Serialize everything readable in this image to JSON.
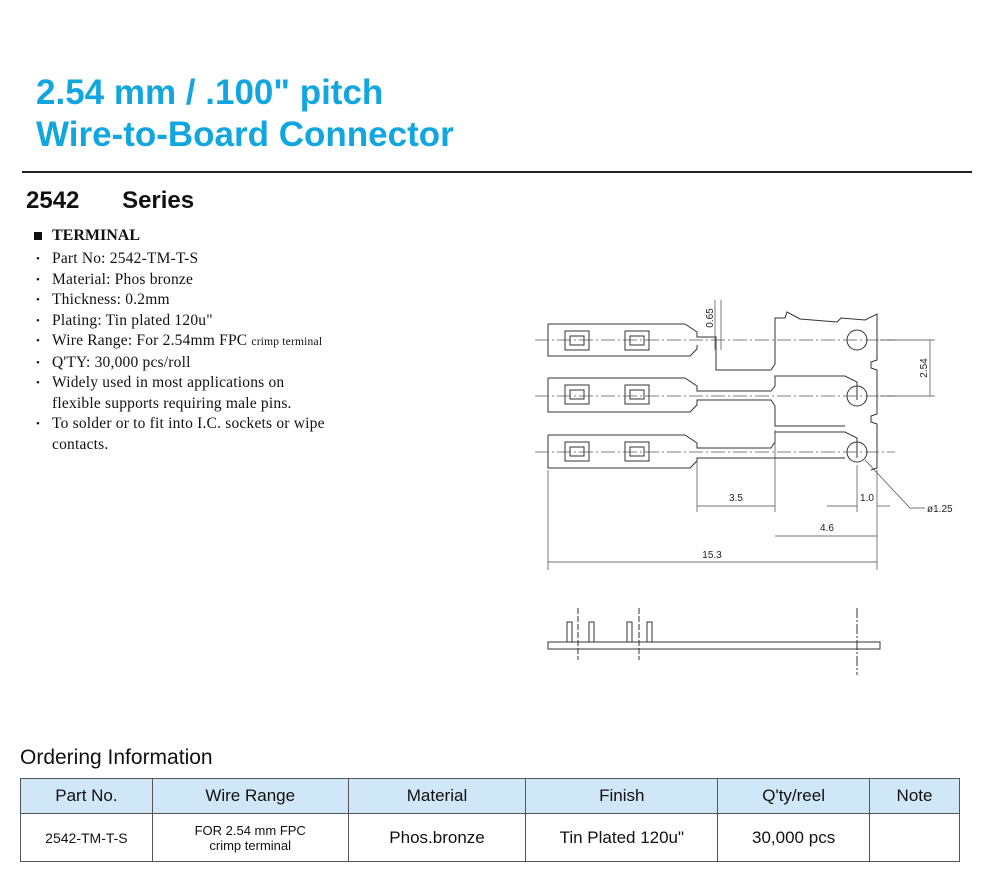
{
  "header": {
    "title_line1": "2.54 mm / .100\" pitch",
    "title_line2": "Wire-to-Board Connector",
    "accent_color": "#12a6e0"
  },
  "series": {
    "number": "2542",
    "label": "Series"
  },
  "terminal": {
    "heading": "TERMINAL",
    "specs": [
      "Part No: 2542-TM-T-S",
      "Material: Phos bronze",
      "Thickness: 0.2mm",
      "Plating: Tin plated 120u\""
    ],
    "wire_range_main": "Wire Range: For 2.54mm FPC",
    "wire_range_small": "crimp terminal",
    "qty": "Q'TY: 30,000 pcs/roll",
    "note1_line1": "Widely used in most applications on",
    "note1_line2": "flexible supports requiring male pins.",
    "note2_line1": "To solder or to fit into I.C. sockets or wipe",
    "note2_line2": "contacts."
  },
  "drawing": {
    "dim_065": "0.65",
    "dim_254": "2.54",
    "dim_35": "3.5",
    "dim_10": "1.0",
    "dim_46": "4.6",
    "dim_153": "15.3",
    "dim_dia": "ø1.25"
  },
  "ordering": {
    "title": "Ordering Information",
    "header_color": "#cfe7f6",
    "columns": [
      "Part No.",
      "Wire Range",
      "Material",
      "Finish",
      "Q'ty/reel",
      "Note"
    ],
    "row": {
      "part_no": "2542-TM-T-S",
      "wire_range_l1": "FOR 2.54 mm FPC",
      "wire_range_l2": "crimp terminal",
      "material": "Phos.bronze",
      "finish": "Tin Plated 120u\"",
      "qty": "30,000 pcs",
      "note": ""
    }
  }
}
